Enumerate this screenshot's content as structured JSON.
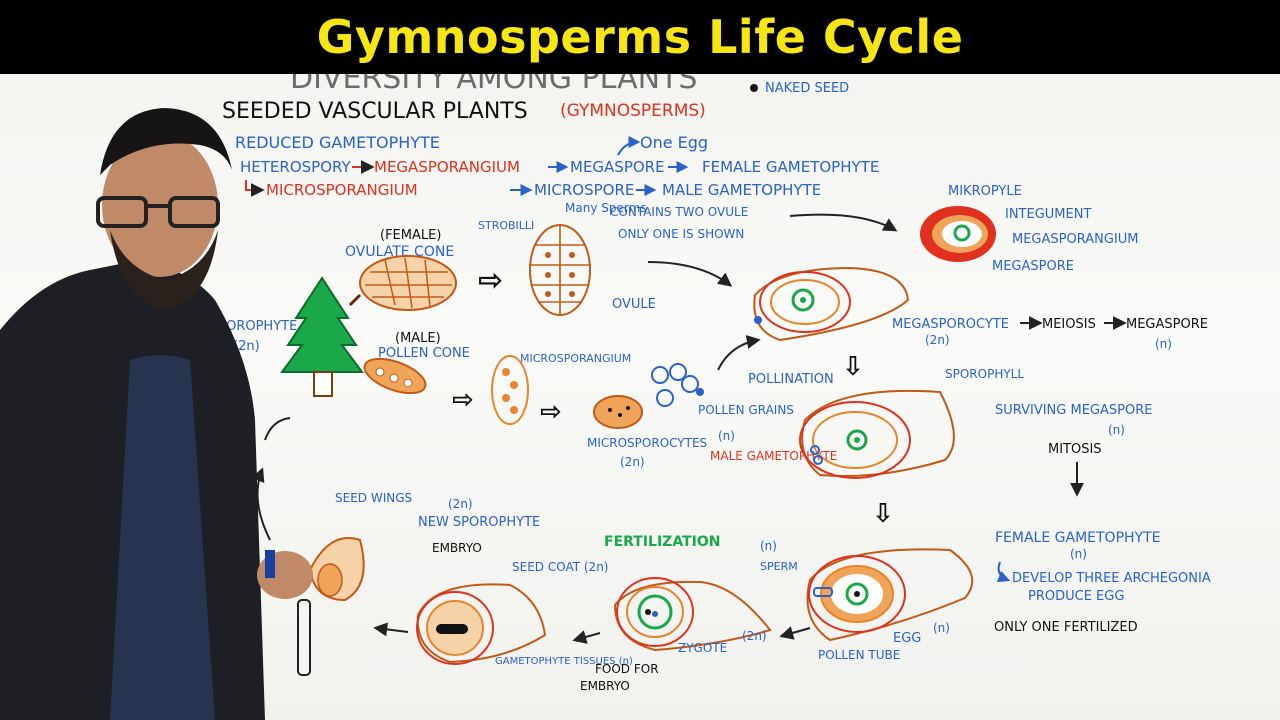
{
  "header": {
    "title": "Gymnosperms Life Cycle"
  },
  "colors": {
    "title_yellow": "#f7e614",
    "marker_blue": "#2a62c9",
    "marker_red": "#e0301e",
    "marker_green": "#1aa84a",
    "marker_orange": "#e8842a"
  },
  "board": {
    "heading_partial": "DIVERSITY AMONG PLANTS",
    "bullet_naked_seed": "NAKED SEED",
    "subtitle": "SEEDED VASCULAR PLANTS",
    "subtitle_paren": "(GYMNOSPERMS)",
    "reduced_gametophyte": "REDUCED GAMETOPHYTE",
    "heterospory": "HETEROSPORY",
    "megasporangium": "MEGASPORANGIUM",
    "megaspore": "MEGASPORE",
    "female_gametophyte_top": "FEMALE GAMETOPHYTE",
    "one_egg": "One Egg",
    "microsporangium": "MICROSPORANGIUM",
    "microspore": "MICROSPORE",
    "male_gametophyte_top": "MALE GAMETOPHYTE",
    "many_sperms": "Many Sperms",
    "female_label": "(FEMALE)",
    "ovulate_cone": "OVULATE CONE",
    "strobilli": "STROBILLI",
    "contains_two_ovule": "CONTAINS TWO OVULE",
    "only_one_shown": "ONLY ONE IS SHOWN",
    "ovule": "OVULE",
    "mikropyle": "MIKROPYLE",
    "integument": "INTEGUMENT",
    "megasporangium_label": "MEGASPORANGIUM",
    "megaspore_label": "MEGASPORE",
    "sporophyte": "SPOROPHYTE",
    "sporophyte_ploidy": "(2n)",
    "male_label": "(MALE)",
    "pollen_cone": "POLLEN CONE",
    "microsporangium_label": "MICROSPORANGIUM",
    "megasporocyte": "MEGASPOROCYTE",
    "megasporocyte_ploidy": "(2n)",
    "meiosis": "MEIOSIS",
    "megaspore_result": "MEGASPORE",
    "megaspore_result_ploidy": "(n)",
    "pollination": "POLLINATION",
    "sporophyll": "SPOROPHYLL",
    "pollen_grains": "POLLEN GRAINS",
    "pollen_grains_ploidy": "(n)",
    "microsporocytes": "MICROSPOROCYTES",
    "microsporocytes_ploidy": "(2n)",
    "male_gametophyte": "MALE GAMETOPHYTE",
    "surviving_megaspore": "SURVIVING MEGASPORE",
    "surviving_ploidy": "(n)",
    "mitosis": "MITOSIS",
    "seed_wings": "SEED WINGS",
    "new_sporophyte_ploidy": "(2n)",
    "new_sporophyte": "NEW SPOROPHYTE",
    "embryo": "EMBRYO",
    "fertilization": "FERTILIZATION",
    "seed_coat": "SEED COAT (2n)",
    "sperm_ploidy": "(n)",
    "sperm": "SPERM",
    "female_gametophyte": "FEMALE GAMETOPHYTE",
    "female_gametophyte_ploidy": "(n)",
    "develop_archegonia": "DEVELOP THREE ARCHEGONIA",
    "produce_egg": "PRODUCE EGG",
    "only_one_fertilized": "ONLY ONE FERTILIZED",
    "zygote": "ZYGOTE",
    "zygote_ploidy": "(2n)",
    "egg": "EGG",
    "egg_ploidy": "(n)",
    "pollen_tube": "POLLEN TUBE",
    "gametophyte_tissues": "GAMETOPHYTE TISSUES (n)",
    "food_for": "FOOD FOR",
    "embryo_food": "EMBRYO"
  }
}
